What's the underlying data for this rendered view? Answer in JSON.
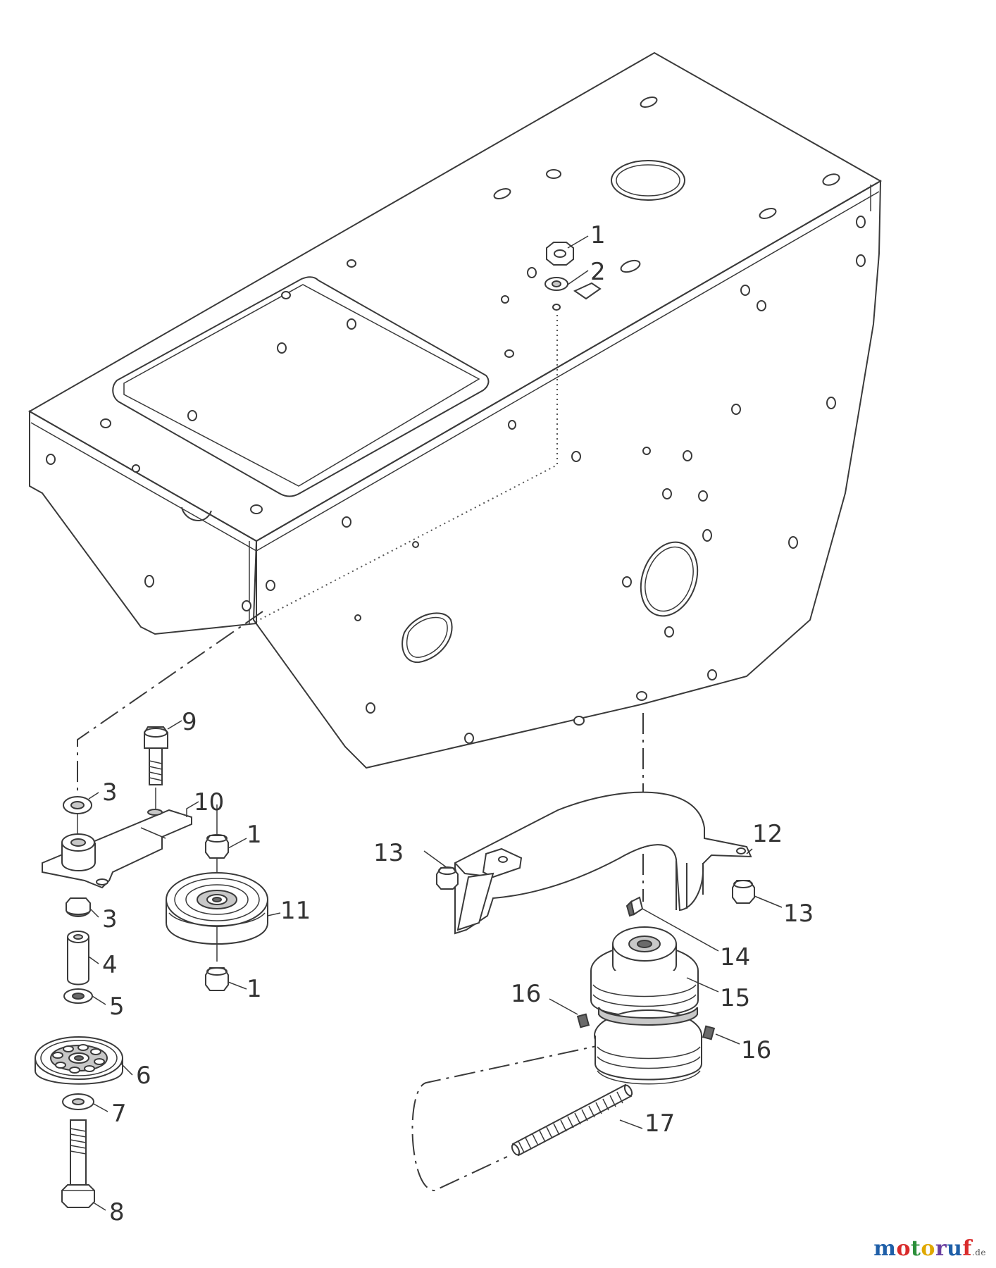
{
  "diagram": {
    "callouts": {
      "c1a": "1",
      "c2": "2",
      "c1b": "1",
      "c1c": "1",
      "c3a": "3",
      "c3b": "3",
      "c4": "4",
      "c5": "5",
      "c6": "6",
      "c7": "7",
      "c8": "8",
      "c9": "9",
      "c10": "10",
      "c11": "11",
      "c12": "12",
      "c13a": "13",
      "c13b": "13",
      "c14": "14",
      "c15": "15",
      "c16a": "16",
      "c16b": "16",
      "c17": "17"
    },
    "line_color": "#3a3a3a"
  },
  "watermark": {
    "letters": [
      "m",
      "o",
      "t",
      "o",
      "r",
      "u",
      "f"
    ],
    "colors": [
      "#1f5fa8",
      "#d92b2b",
      "#2c8f3a",
      "#e0a800",
      "#6a3fa0",
      "#1f5fa8",
      "#d92b2b"
    ],
    "suffix": ".de"
  }
}
